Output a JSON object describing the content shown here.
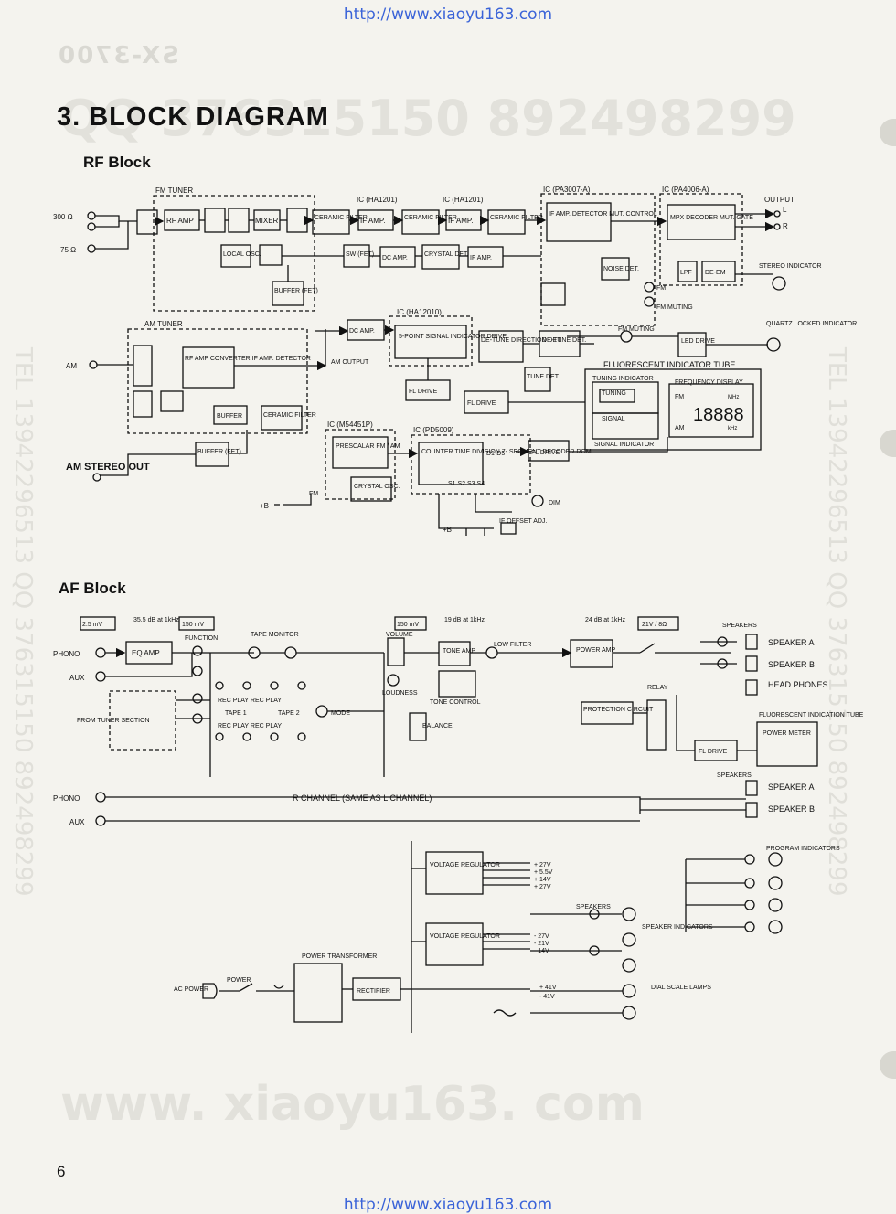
{
  "header": {
    "url_top": "http://www.xiaoyu163.com",
    "url_bottom": "http://www.xiaoyu163.com"
  },
  "ghost": {
    "model": "SX-3700",
    "qq": "QQ 376315150   892498299",
    "site": "www. xiaoyu163. com",
    "tel_left": "TEL 13942296513  QQ 376315150 892498299",
    "tel_right": "TEL 13942296513  QQ 376315150 892498299"
  },
  "doc": {
    "title": "3. BLOCK  DIAGRAM",
    "rf_block": "RF Block",
    "af_block": "AF Block",
    "page_number": "6"
  },
  "rf": {
    "fm_tuner": "FM TUNER",
    "ant_300": "300 Ω",
    "ant_75": "75 Ω",
    "rf_amp": "RF AMP",
    "mixer": "MIXER",
    "ceramic_filter": "CERAMIC FILTER",
    "if_amp": "IF AMP.",
    "ic_ha1201_a": "IC (HA1201)",
    "ic_ha1201_b": "IC (HA1201)",
    "ic_pa3007": "IC (PA3007-A)",
    "ic_pa4006": "IC (PA4006-A)",
    "local_osc": "LOCAL OSC.",
    "sw_fet": "SW (FET)",
    "dc_amp": "DC AMP.",
    "crystal_det": "CRYSTAL DET.",
    "buffer_fet": "BUFFER (FET)",
    "if_amp_detector": "IF AMP. DETECTOR MUT. CONTROL",
    "noise_det": "NOISE DET.",
    "mpx_decoder": "MPX DECODER MUT. GATE",
    "lpf": "LPF",
    "de_em": "DE-EM",
    "output": "OUTPUT",
    "out_l": "L",
    "out_r": "R",
    "stereo_indicator": "STEREO INDICATOR",
    "fm": "FM",
    "fm_muting": "FM MUTING",
    "quartz_locked": "QUARTZ LOCKED INDICATOR",
    "led_drive": "LED DRIVE",
    "am_tuner": "AM TUNER",
    "am": "AM",
    "rf_amp_converter": "RF AMP CONVERTER IF AMP. DETECTOR",
    "am_output": "AM OUTPUT",
    "ic_ha12010": "IC (HA12010)",
    "five_point": "5-POINT SIGNAL INDICATOR DRIVE",
    "detune_dir": "DE-TUNE DIRECTION DET.",
    "detune_det": "DE-TUNE DET.",
    "tune_det": "TUNE DET.",
    "fl_drive": "FL DRIVE",
    "fluorescent_tube": "FLUORESCENT INDICATOR TUBE",
    "tuning_indicator": "TUNING INDICATOR",
    "tuning": "TUNING",
    "signal": "SIGNAL",
    "signal_indicator": "SIGNAL INDICATOR",
    "frequency_display": "FREQUENCY DISPLAY",
    "freq_fm": "FM",
    "freq_mhz": "MHz",
    "freq_am": "AM",
    "freq_khz": "kHz",
    "freq_digits": "18888",
    "buffer": "BUFFER",
    "ic_m54451p": "IC (M54451P)",
    "prescalar": "PRESCALAR FM / AM",
    "ic_pd5009": "IC (PD5009)",
    "counter": "COUNTER TIME DIVISION 7- SEGMENT DECODER ROM",
    "d1_d5": "D1-D5",
    "s_pins": "S1 S2 S3 S4",
    "crystal_osc": "CRYSTAL OSC.",
    "am_stereo_out": "AM STEREO OUT",
    "plus_b": "+B",
    "dim": "DIM",
    "if_offset": "IF OFFSET ADJ."
  },
  "af": {
    "lvl_25mv": "2.5 mV",
    "lvl_355db": "35.5 dB at 1kHz",
    "lvl_150mv": "150 mV",
    "lvl_150mv_b": "150 mV",
    "lvl_19db": "19 dB at 1kHz",
    "lvl_24db": "24 dB at 1kHz",
    "lvl_21v": "21V / 8Ω",
    "phono": "PHONO",
    "aux": "AUX",
    "eq_amp": "EQ AMP",
    "function": "FUNCTION",
    "tape_monitor": "TAPE MONITOR",
    "volume": "VOLUME",
    "loudness": "LOUDNESS",
    "tone_amp": "TONE AMP",
    "low_filter": "LOW FILTER",
    "tone_control": "TONE CONTROL",
    "balance": "BALANCE",
    "mode": "MODE",
    "power_amp": "POWER AMP",
    "relay": "RELAY",
    "protection": "PROTECTION CIRCUIT",
    "speakers": "SPEAKERS",
    "speaker_a": "SPEAKER A",
    "speaker_b": "SPEAKER B",
    "head_phones": "HEAD PHONES",
    "fluorescent_tube": "FLUORESCENT INDICATION TUBE",
    "power_meter": "POWER METER",
    "fl_drive": "FL DRIVE",
    "rec_play": "REC PLAY REC PLAY",
    "tape1": "TAPE 1",
    "tape2": "TAPE 2",
    "from_tuner": "FROM TUNER SECTION",
    "r_channel": "R CHANNEL (SAME AS L CHANNEL)",
    "program_indicators": "PROGRAM INDICATORS",
    "voltage_regulator": "VOLTAGE REGULATOR",
    "v_pos": [
      "+ 27V",
      "+ 5.5V",
      "+ 14V",
      "+ 27V"
    ],
    "v_neg": [
      "- 27V",
      "- 21V",
      "- 14V"
    ],
    "power_transformer": "POWER TRANSFORMER",
    "rectifier": "RECTIFIER",
    "ac_power": "AC POWER",
    "power": "POWER",
    "v_41": [
      "+ 41V",
      "- 41V"
    ],
    "dial_scale": "DIAL SCALE LAMPS",
    "speaker_indicators": "SPEAKER INDICATORS"
  }
}
